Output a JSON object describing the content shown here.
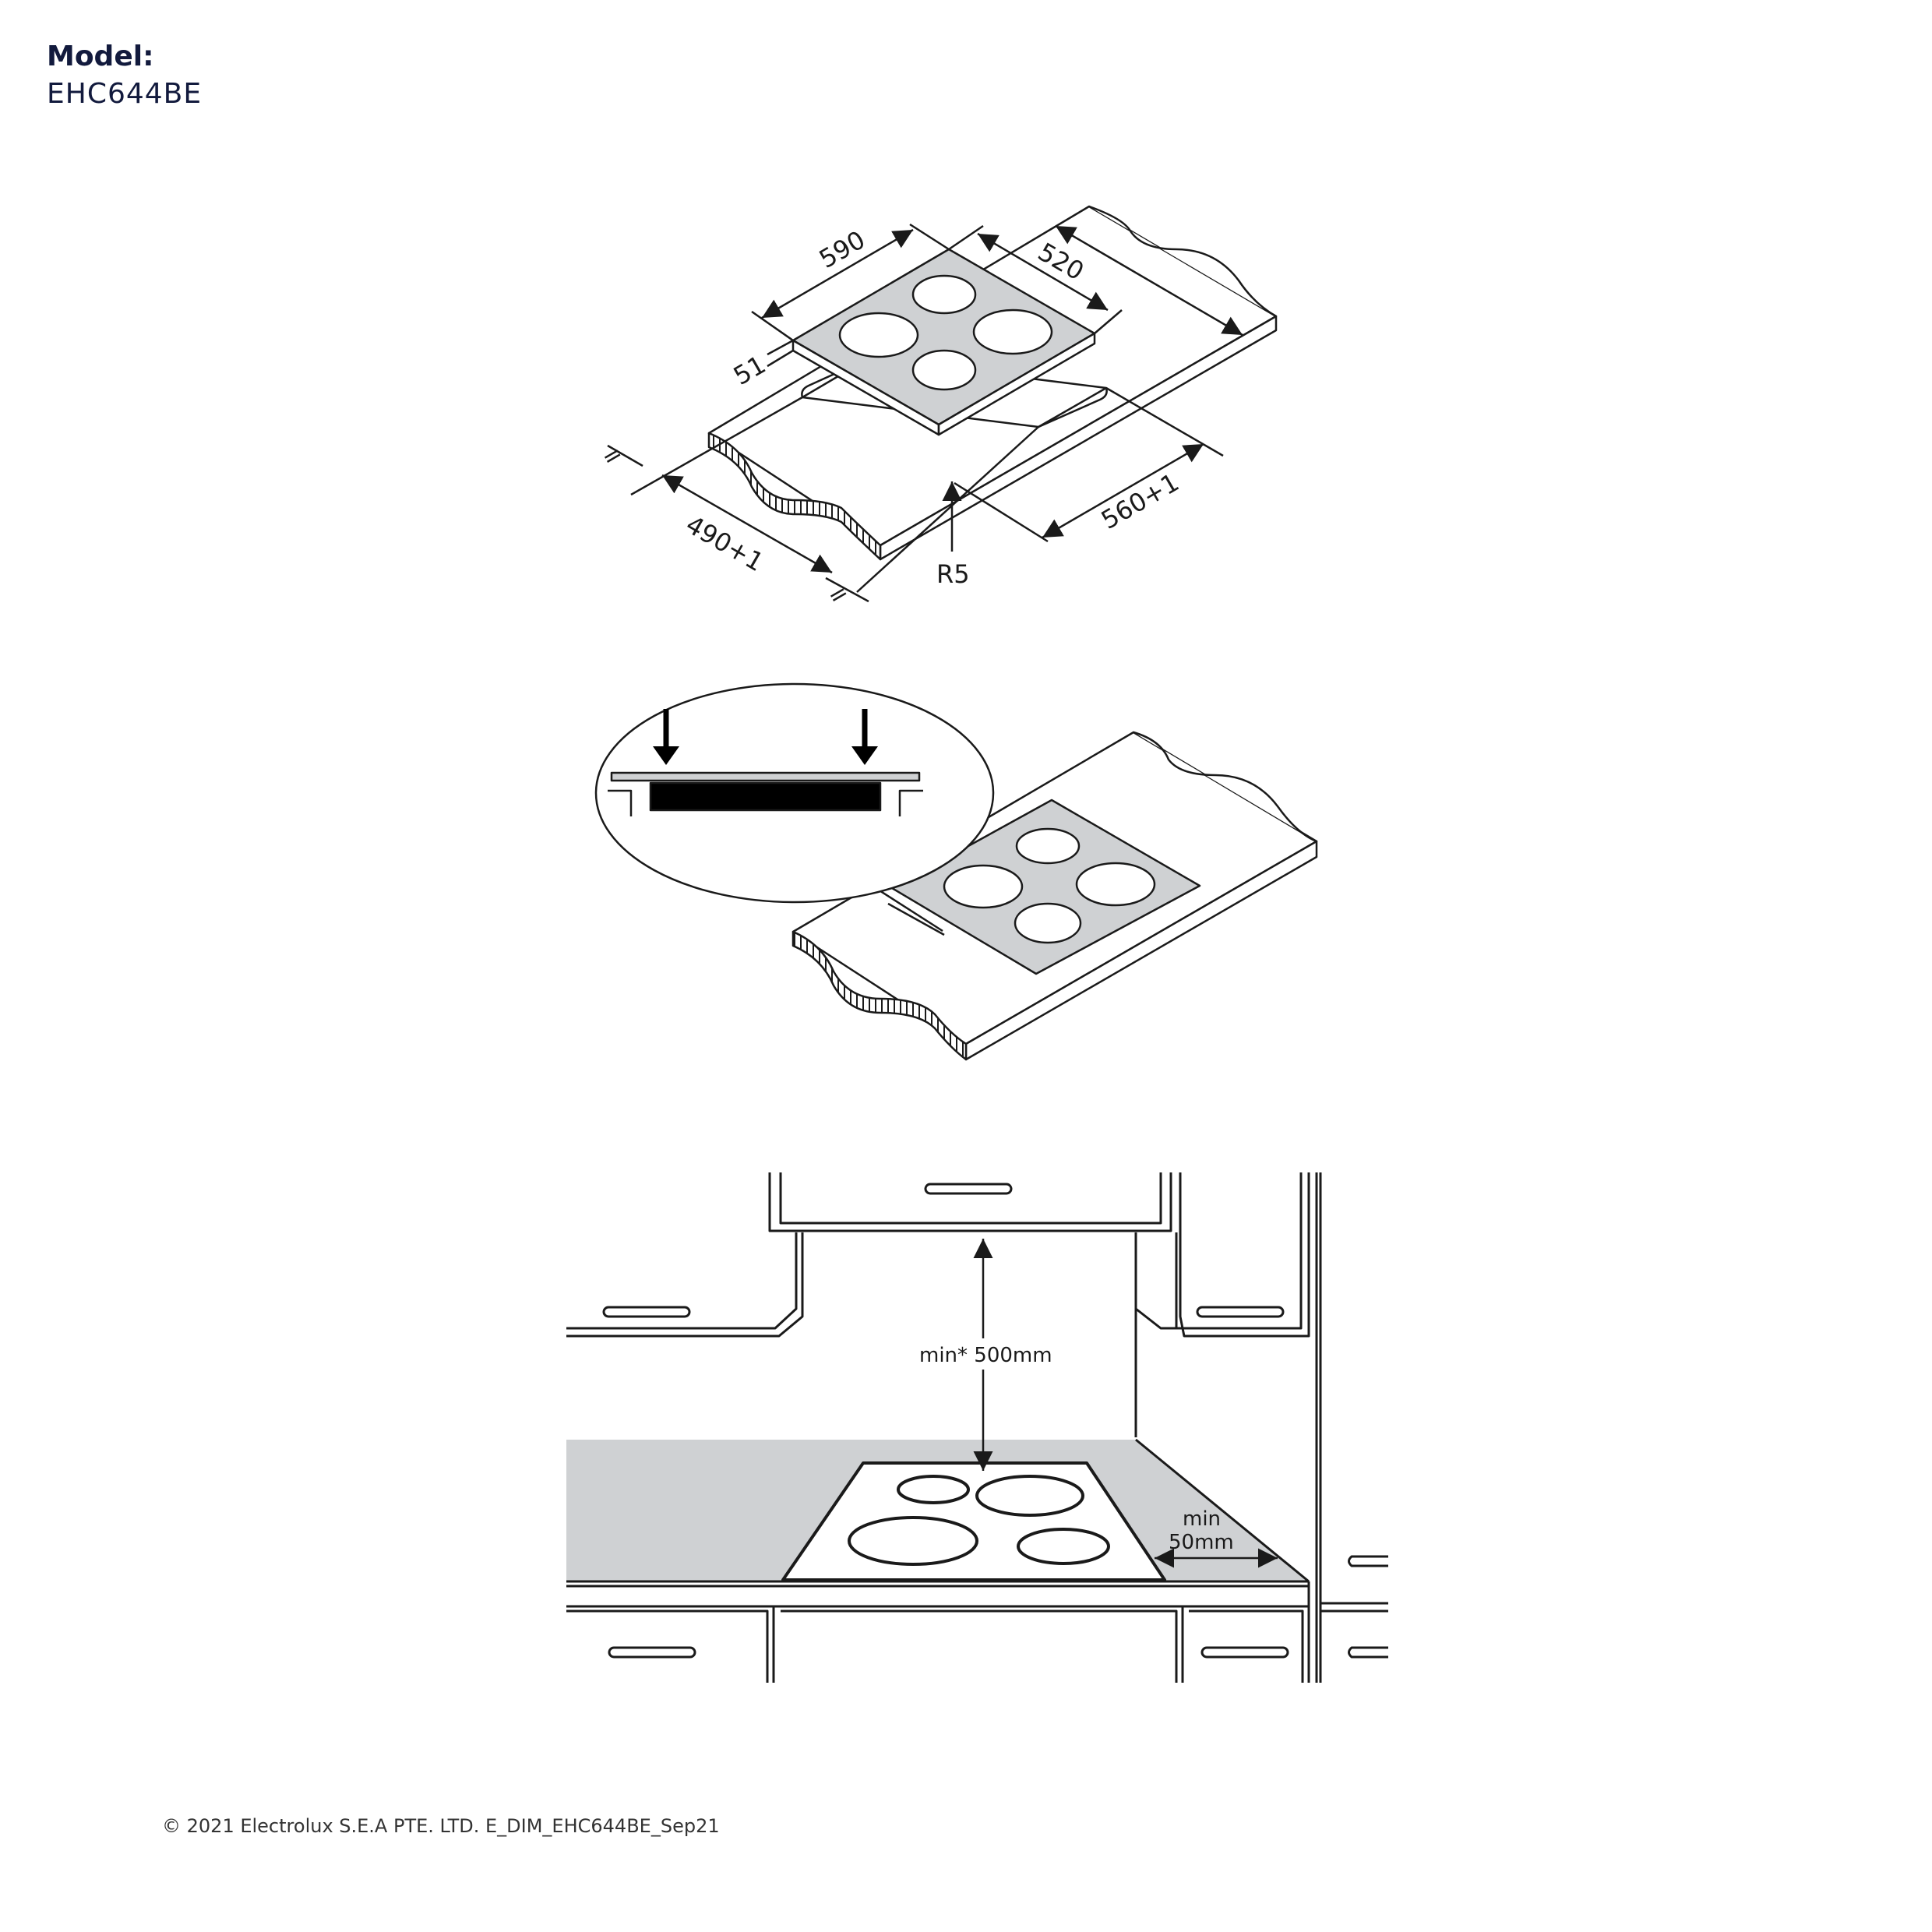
{
  "header": {
    "model_label": "Model:",
    "model_value": "EHC644BE"
  },
  "diagram1": {
    "dim_width": "590",
    "dim_depth": "520",
    "dim_height": "51",
    "dim_cutout_depth": "490+1",
    "dim_cutout_width": "560+1",
    "dim_radius": "R5",
    "equal_mark": "="
  },
  "diagram3": {
    "clearance_top": "min* 500mm",
    "clearance_side_line1": "min",
    "clearance_side_line2": "50mm"
  },
  "colors": {
    "hob_fill": "#cfd1d3",
    "worktop_fill": "#cfd1d3",
    "ink": "#1a1a1a",
    "brand_text": "#121a3d"
  },
  "footer": {
    "text": "© 2021 Electrolux S.E.A PTE. LTD.  E_DIM_EHC644BE_Sep21"
  }
}
